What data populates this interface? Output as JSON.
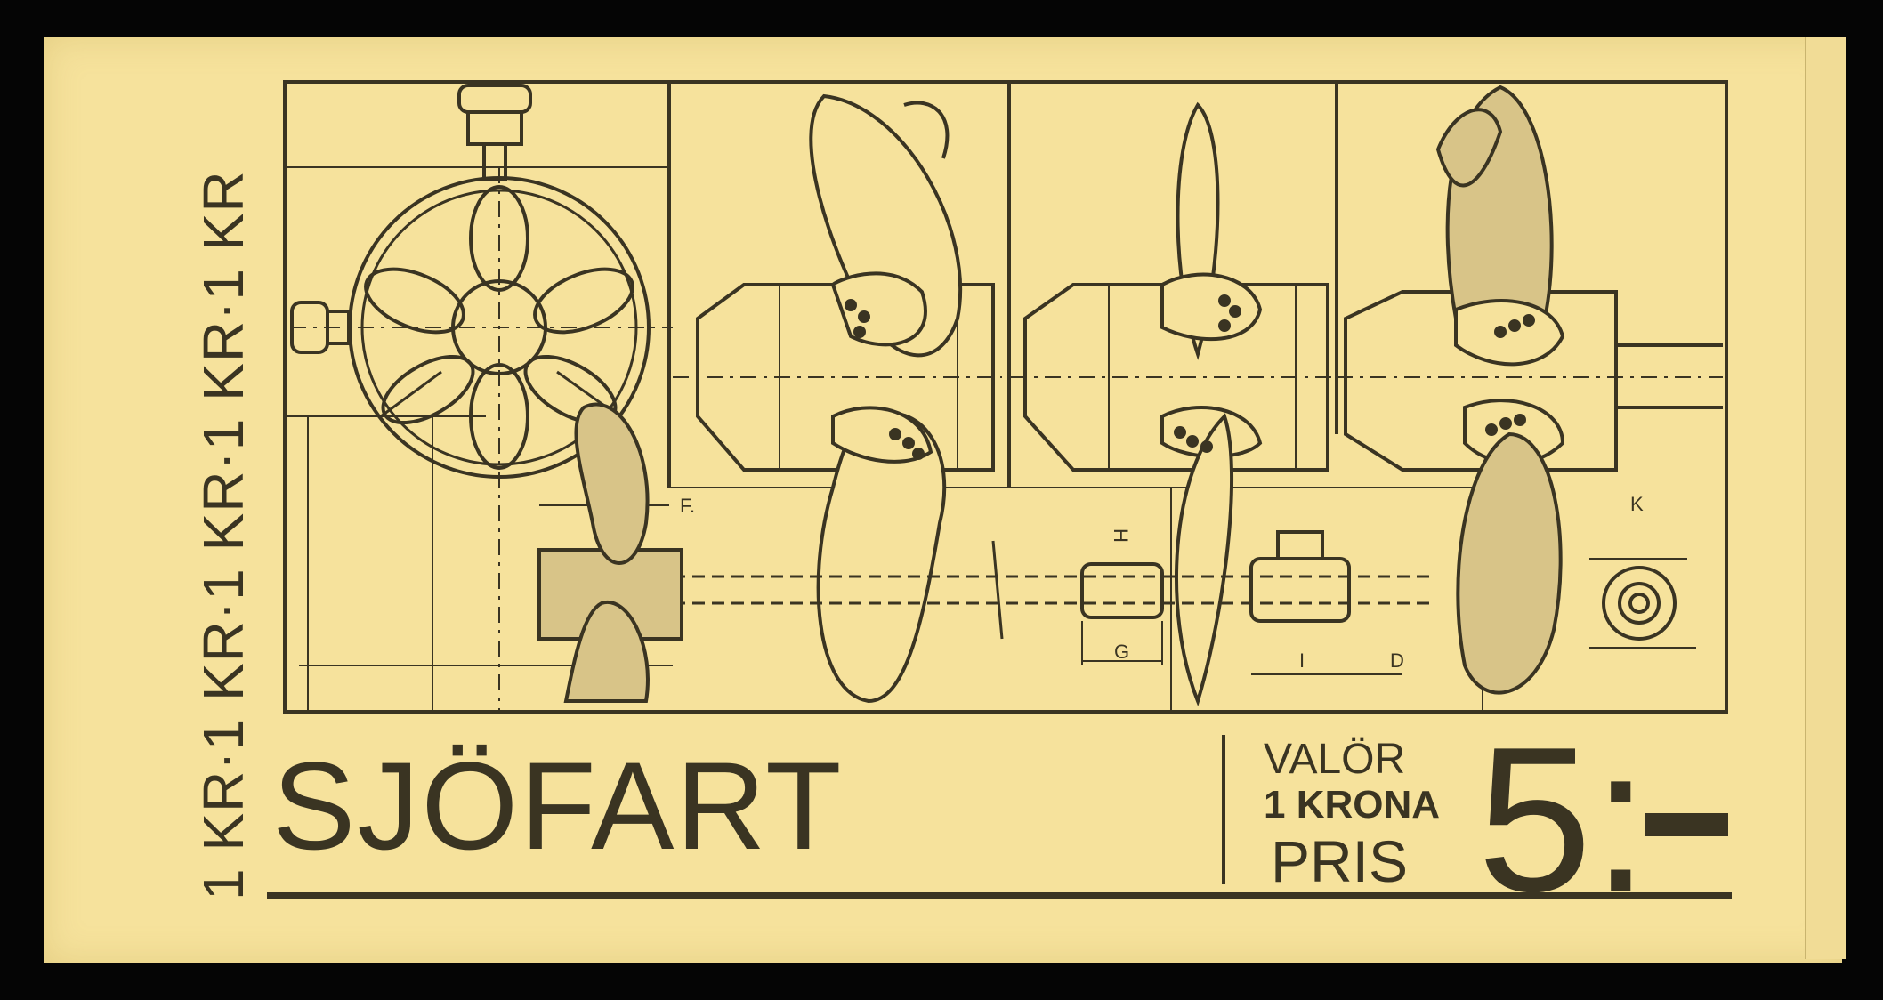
{
  "booklet": {
    "side_text": "1 KR·1 KR·1 KR·1 KR·1 KR",
    "title": "SJÖFART",
    "valor_label": "VALÖR",
    "denomination": "1 KRONA",
    "price_label": "PRIS",
    "price_value": "5:",
    "drawing_letters": {
      "f": "F.",
      "h": "H",
      "g": "G",
      "i": "I",
      "d": "D",
      "k": "K"
    }
  },
  "colors": {
    "paper": "#f6e29c",
    "ink": "#3a3422",
    "background": "#050505"
  },
  "icons": [
    "ship-propeller-drawing",
    "wheel-propeller-icon"
  ]
}
